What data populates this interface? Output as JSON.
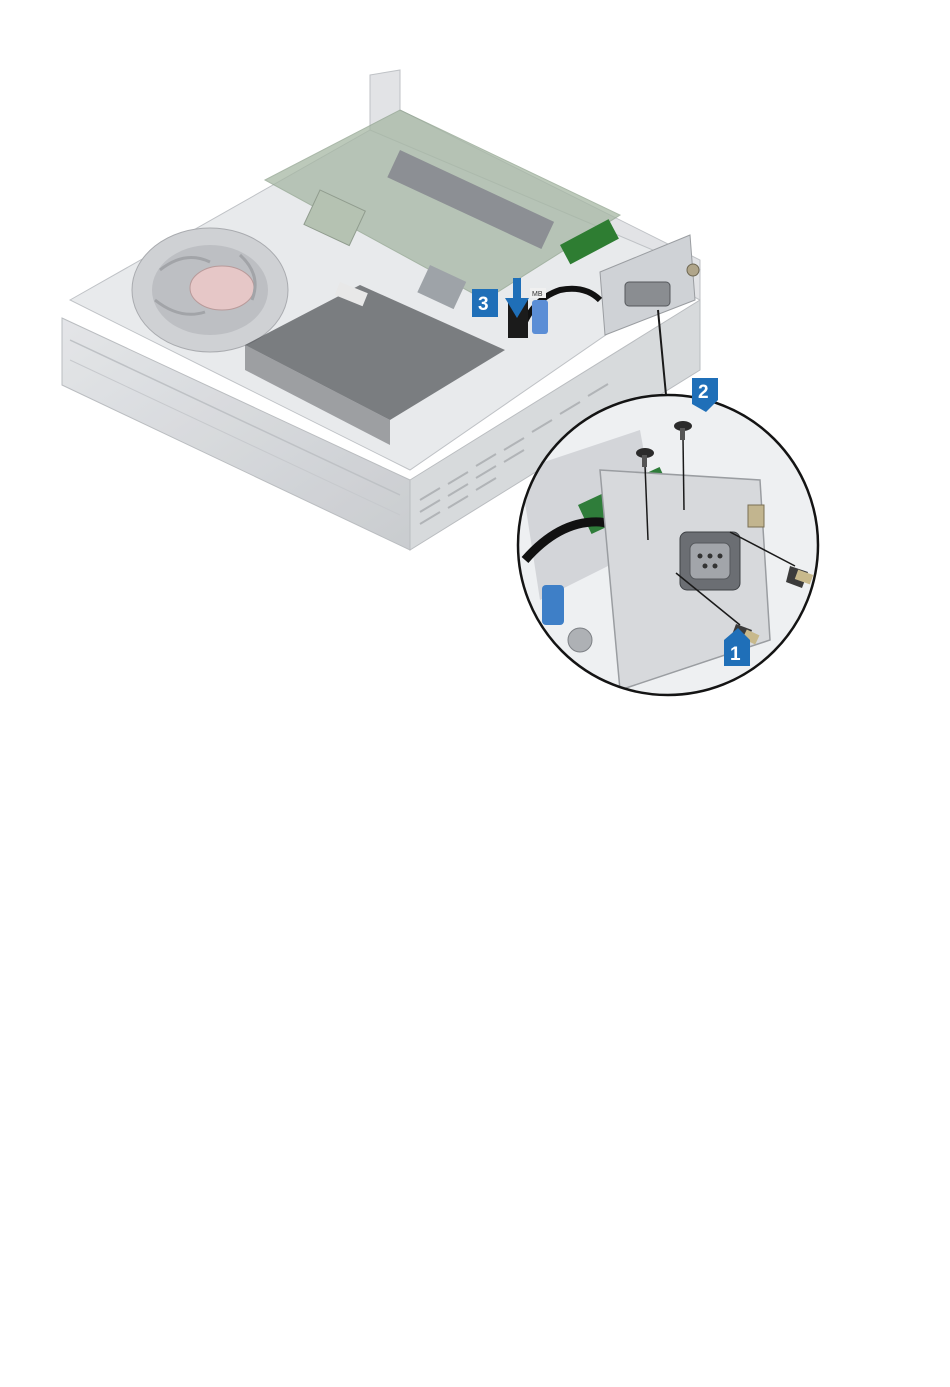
{
  "figure": {
    "callouts": [
      {
        "id": "step-1",
        "label": "1"
      },
      {
        "id": "step-2",
        "label": "2"
      },
      {
        "id": "step-3",
        "label": "3"
      }
    ],
    "cable_tag_text": "MB",
    "colors": {
      "callout_blue": "#1f6fb8",
      "arrow_blue": "#1f6fb8",
      "chassis_gray": "#c9ccd0",
      "board_green": "#7fa07a",
      "leader_line": "#1a1a1a"
    }
  }
}
